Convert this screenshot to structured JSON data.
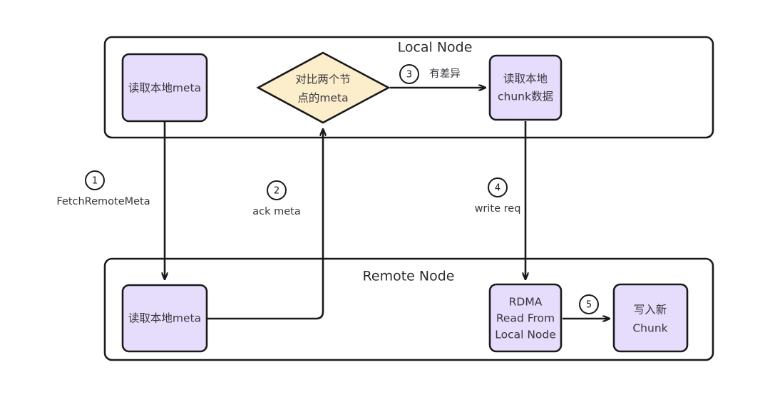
{
  "diagram": {
    "type": "flowchart",
    "title_visible": false,
    "colors": {
      "process_fill": "#e6dcfb",
      "decision_fill": "#fceecb",
      "stroke": "#1a1a1a",
      "container_fill": "#ffffff",
      "text": "#37373d",
      "background": "#ffffff"
    },
    "containers": [
      {
        "id": "local-node",
        "label": "Local Node"
      },
      {
        "id": "remote-node",
        "label": "Remote Node"
      }
    ],
    "nodes": [
      {
        "id": "local-read-meta",
        "shape": "rounded-rect",
        "label": "读取本地meta",
        "lines": [
          "读取本地meta"
        ],
        "container": "local-node"
      },
      {
        "id": "compare-meta",
        "shape": "diamond",
        "label": "对比两个节点的meta",
        "lines": [
          "对比两个节",
          "点的meta"
        ],
        "container": "local-node"
      },
      {
        "id": "local-read-chunk",
        "shape": "rounded-rect",
        "label": "读取本地chunk数据",
        "lines": [
          "读取本地",
          "chunk数据"
        ],
        "container": "local-node"
      },
      {
        "id": "remote-read-meta",
        "shape": "rounded-rect",
        "label": "读取本地meta",
        "lines": [
          "读取本地meta"
        ],
        "container": "remote-node"
      },
      {
        "id": "rdma-read",
        "shape": "rounded-rect",
        "label": "RDMA Read From Local Node",
        "lines": [
          "RDMA",
          "Read From",
          "Local Node"
        ],
        "container": "remote-node"
      },
      {
        "id": "write-new-chunk",
        "shape": "rounded-rect",
        "label": "写入新Chunk",
        "lines": [
          "写入新",
          "Chunk"
        ],
        "container": "remote-node"
      }
    ],
    "edges": [
      {
        "id": "edge-1",
        "seq": "1",
        "label": "FetchRemoteMeta",
        "from": "local-read-meta",
        "to": "remote-read-meta"
      },
      {
        "id": "edge-2",
        "seq": "2",
        "label": "ack meta",
        "from": "remote-read-meta",
        "to": "compare-meta"
      },
      {
        "id": "edge-3",
        "seq": "3",
        "label": "有差异",
        "from": "compare-meta",
        "to": "local-read-chunk"
      },
      {
        "id": "edge-4",
        "seq": "4",
        "label": "write req",
        "from": "local-read-chunk",
        "to": "rdma-read"
      },
      {
        "id": "edge-5",
        "seq": "5",
        "label": "",
        "from": "rdma-read",
        "to": "write-new-chunk"
      }
    ]
  }
}
